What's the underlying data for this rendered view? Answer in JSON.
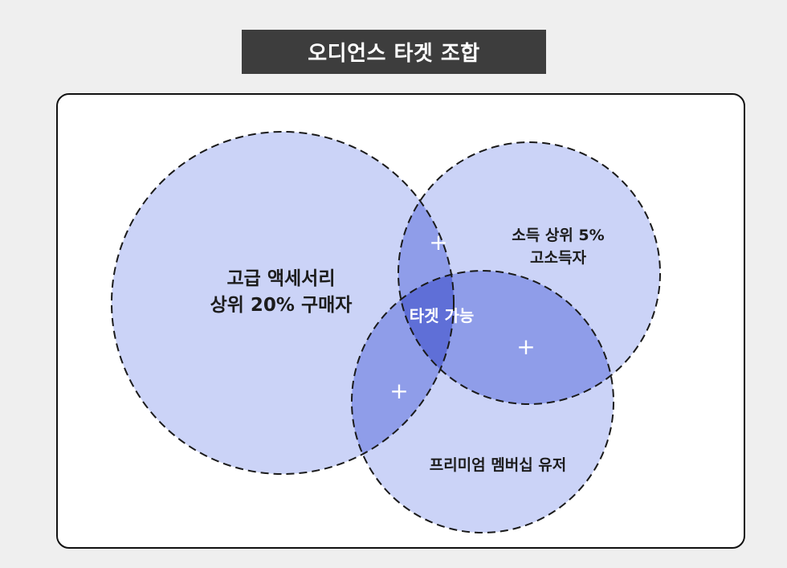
{
  "title": "오디언스 타겟 조합",
  "sets": [
    {
      "id": "a",
      "line1": "고급 액세서리",
      "line2": "상위 20% 구매자"
    },
    {
      "id": "b",
      "line1": "소득 상위 5%",
      "line2": "고소득자"
    },
    {
      "id": "c",
      "line1": "프리미엄 멤버십 유저"
    }
  ],
  "center_label": "타겟 가능",
  "plus_symbol": "+",
  "colors": {
    "background": "#efefef",
    "title_bg": "#3d3d3d",
    "circle_fill": "#cbd3f7",
    "pair_overlap": "#8f9de9",
    "triple_overlap": "#5f6fd7",
    "outline": "#1a1a1a"
  }
}
